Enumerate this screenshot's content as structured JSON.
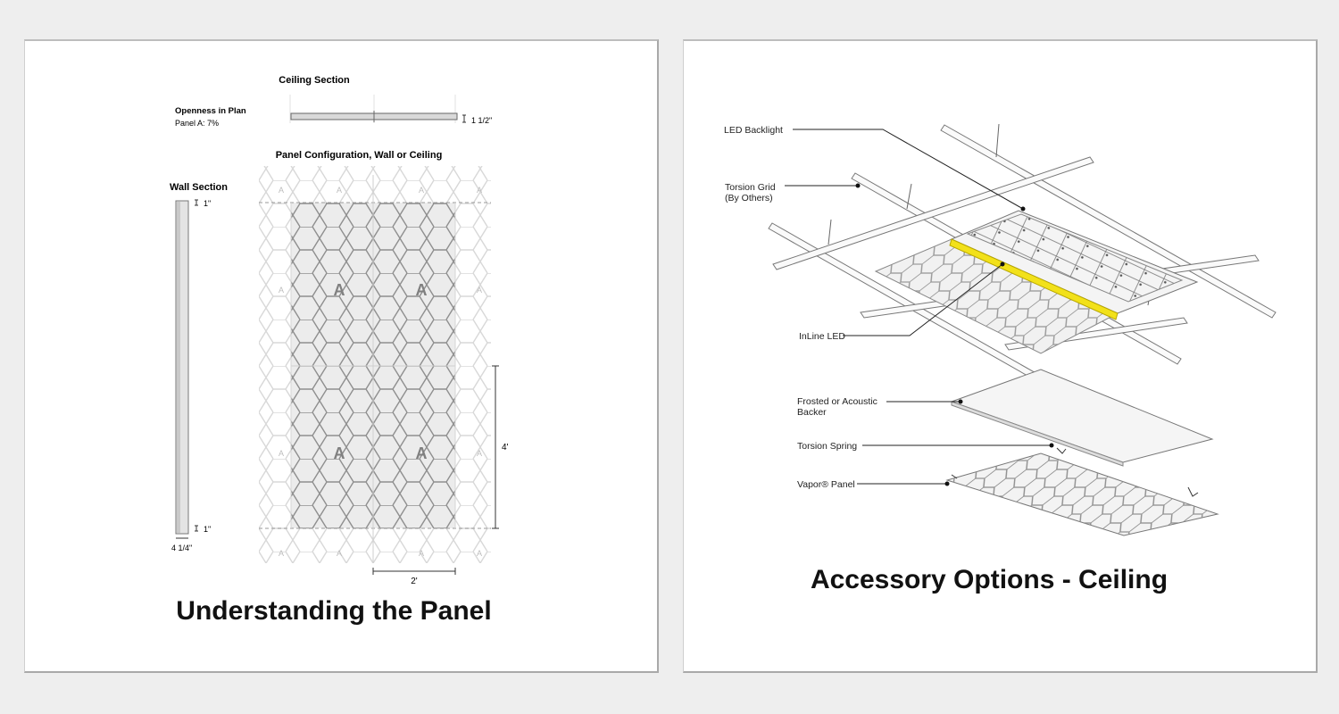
{
  "left_card": {
    "caption": "Understanding the Panel",
    "ceiling_section_title": "Ceiling Section",
    "openness_title": "Openness in Plan",
    "openness_value": "Panel A: 7%",
    "ceiling_thickness": "1 1/2\"",
    "panel_config_title": "Panel Configuration, Wall or Ceiling",
    "wall_section_title": "Wall Section",
    "wall_top_dim": "1\"",
    "wall_bottom_dim": "1\"",
    "wall_depth_dim": "4 1/4\"",
    "panel_height_dim": "4'",
    "panel_width_dim": "2'",
    "panel_letter": "A"
  },
  "right_card": {
    "caption": "Accessory Options - Ceiling",
    "callouts": {
      "led_backlight": "LED Backlight",
      "torsion_grid_1": "Torsion Grid",
      "torsion_grid_2": "(By Others)",
      "inline_led": "InLine LED",
      "frosted_1": "Frosted or Acoustic",
      "frosted_2": "Backer",
      "torsion_spring": "Torsion Spring",
      "vapor_panel": "Vapor® Panel"
    },
    "accent_color": "#f2e11a"
  }
}
